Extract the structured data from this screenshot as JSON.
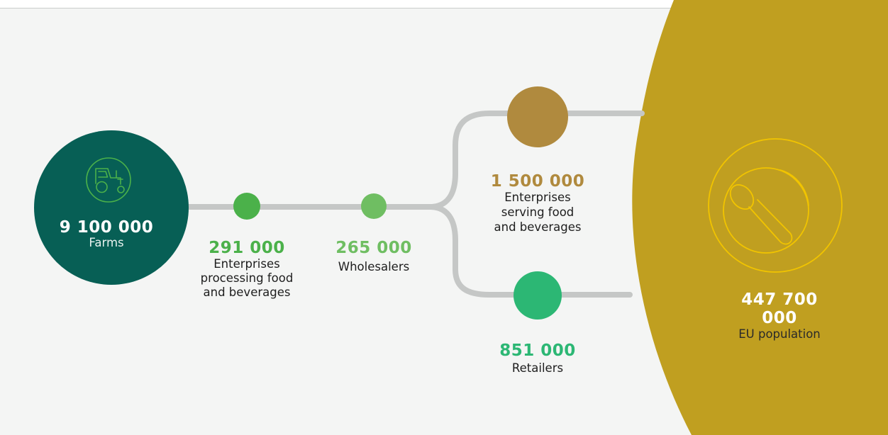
{
  "colors": {
    "background": "#f4f5f4",
    "connector": "#c5c7c6",
    "farms": "#075f55",
    "processing": "#4bb14a",
    "wholesalers": "#6fbe62",
    "serving": "#b08a3e",
    "retailers": "#2cb774",
    "population": "#c09f20",
    "text": "#1e1e1e"
  },
  "nodes": {
    "farms": {
      "value": "9 100 000",
      "label": "Farms",
      "icon": "tractor-icon"
    },
    "processing": {
      "value": "291 000",
      "label_lines": [
        "Enterprises",
        "processing food",
        "and beverages"
      ]
    },
    "wholesalers": {
      "value": "265 000",
      "label_lines": [
        "Wholesalers"
      ]
    },
    "serving": {
      "value": "1 500 000",
      "label_lines": [
        "Enterprises",
        "serving food",
        "and beverages"
      ]
    },
    "retailers": {
      "value": "851 000",
      "label_lines": [
        "Retailers"
      ]
    },
    "population": {
      "value": "447 700 000",
      "label": "EU population",
      "icon": "plate-spoon-icon"
    }
  }
}
